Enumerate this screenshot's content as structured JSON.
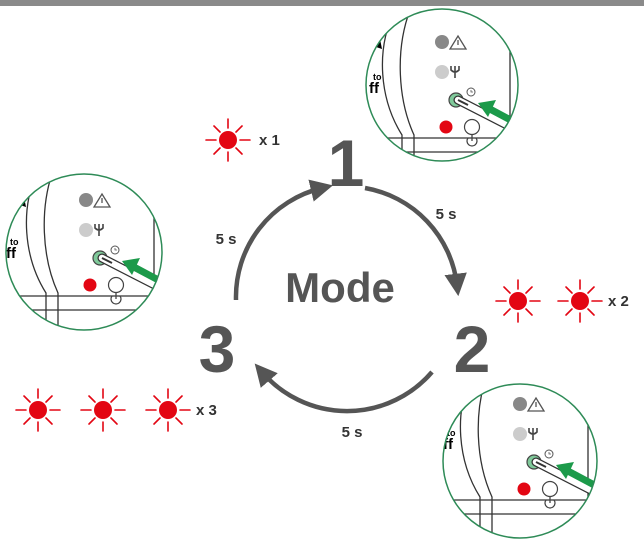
{
  "diagram": {
    "center_label": "Mode",
    "modes": [
      {
        "number": "1",
        "blink_label": "x 1",
        "blink_count": 1
      },
      {
        "number": "2",
        "blink_label": "x 2",
        "blink_count": 2
      },
      {
        "number": "3",
        "blink_label": "x 3",
        "blink_count": 3
      }
    ],
    "transitions": [
      {
        "from": "1",
        "to": "2",
        "label": "5 s"
      },
      {
        "from": "2",
        "to": "3",
        "label": "5 s"
      },
      {
        "from": "3",
        "to": "1",
        "label": "5 s"
      }
    ],
    "device_partial_text": [
      "to",
      "ff"
    ],
    "colors": {
      "top_bar": "#8a8a8a",
      "arrow": "#555555",
      "led_red": "#e30613",
      "led_ray": "#e30613",
      "led_green": "#7fc99a",
      "press_arrow": "#1c9a4a",
      "circle_border": "#2e8b57",
      "status_gray": "#888888",
      "status_light": "#cccccc"
    },
    "icons": [
      "warning-icon",
      "wrench-icon",
      "clock-icon",
      "power-icon",
      "screwdriver-icon",
      "blinking-led-icon"
    ]
  }
}
